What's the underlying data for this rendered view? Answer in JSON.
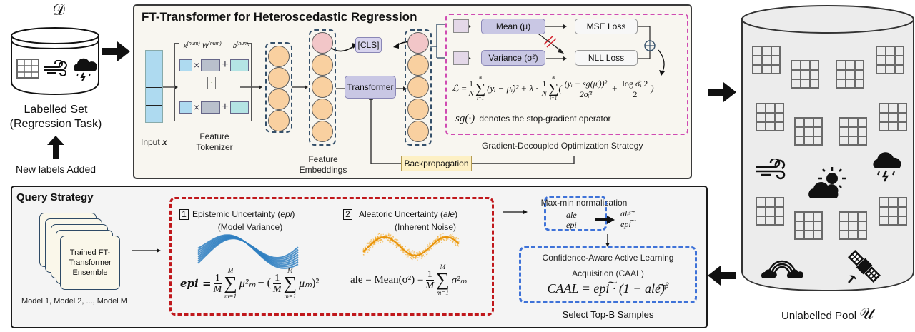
{
  "labelled_set": {
    "symbol": "𝒟",
    "title_line1": "Labelled Set",
    "title_line2": "(Regression Task)",
    "icons": [
      "table-grid-icon",
      "wind-icon",
      "thunderstorm-cloud-icon"
    ],
    "new_labels": "New labels Added"
  },
  "ft_transformer": {
    "title": "FT-Transformer for Heteroscedastic Regression",
    "input_label_prefix": "Input ",
    "input_label_var": "x",
    "tokenizer": {
      "x_label": "x",
      "x_sup": "(num)",
      "w_label": "W",
      "w_sup": "(num)",
      "b_label": "b",
      "b_sup": "(num)",
      "times": "×",
      "plus": "+",
      "label_line1": "Feature",
      "label_line2": "Tokenizer"
    },
    "embeddings_label_line1": "Feature",
    "embeddings_label_line2": "Embeddings",
    "cls_label": "[CLS]",
    "transformer_label": "Transformer",
    "backprop_label": "Backpropagation",
    "heads": {
      "mean_label": "Mean (μ)",
      "variance_label": "Variance (σ²)",
      "mse_label": "MSE Loss",
      "nll_label": "NLL Loss",
      "sum_symbol": "⊕",
      "stop_symbol": "⫽"
    },
    "loss_formula": {
      "lhs": "ℒ =",
      "term1": "(yᵢ − μ̂ᵢ)²",
      "plus_lambda": "+ λ ·",
      "term2_num": "(yᵢ − sg(μ̂ᵢ))²",
      "term2_den": "2σ̂ᵢ²",
      "term3_num": "log σ̂ᵢ 2",
      "term3_den": "2",
      "frac_one": "1",
      "frac_n": "N",
      "sum_top": "N",
      "sum_bottom": "i=1",
      "sigma": "∑"
    },
    "sg_symbol": "sg(·)",
    "sg_text": "denotes the stop-gradient operator",
    "strategy_label": "Gradient-Decoupled Optimization Strategy"
  },
  "query_strategy": {
    "title": "Query Strategy",
    "ensemble_line1": "Trained FT-",
    "ensemble_line2": "Transformer",
    "ensemble_line3": "Ensemble",
    "models_label": "Model 1, Model 2, ..., Model M",
    "epistemic": {
      "number": "1",
      "title_prefix": "Epistemic Uncertainty (",
      "title_var": "epi",
      "title_suffix": ")",
      "subtitle": "(Model Variance)",
      "formula_lhs": "epi =",
      "frac_one": "1",
      "frac_m": "M",
      "sigma": "∑",
      "sum_top": "M",
      "sum_bottom": "m=1",
      "term1": "μ²ₘ",
      "minus_open": "− (",
      "term2": "μₘ",
      "close_sq": ")²",
      "color": "#2f7fc1"
    },
    "aleatoric": {
      "number": "2",
      "title_prefix": "Aleatoric Uncertainty (",
      "title_var": "ale",
      "title_suffix": ")",
      "subtitle": "(Inherent Noise)",
      "formula_lhs": "ale = Mean(σ²) =",
      "frac_one": "1",
      "frac_m": "M",
      "sigma": "∑",
      "sum_top": "M",
      "sum_bottom": "m=1",
      "term": "σ²ₘ",
      "color": "#f3a51b"
    },
    "normalisation": {
      "title": "Max-min normalisation",
      "in1": "ale",
      "in2": "epi",
      "out1": "ale͠",
      "out2": "epi͠"
    },
    "caal": {
      "title_line1": "Confidence-Aware Active Learning",
      "title_line2": "Acquisition (CAAL)",
      "formula": "CAAL = epi͠ · (1 − ale͠)",
      "exponent": "β"
    },
    "select_label": "Select Top-B Samples"
  },
  "unlabelled_pool": {
    "label": "Unlabelled Pool ",
    "symbol": "𝒰",
    "icons": [
      "table-grid-icon",
      "wind-icon",
      "partly-sunny-icon",
      "thunderstorm-cloud-icon",
      "rainbow-icon",
      "satellite-icon"
    ]
  },
  "colors": {
    "ft_panel_bg": "#f8f6f0",
    "qs_panel_bg": "#f4f4f4",
    "node_orange": "#f9d0a0",
    "node_pink": "#f2c6c8",
    "pink_dash": "#d04bb2",
    "red_dash": "#c0181c",
    "blue_dash": "#3e72d8",
    "epi_blue": "#2f7fc1",
    "ale_orange": "#f3a51b"
  }
}
